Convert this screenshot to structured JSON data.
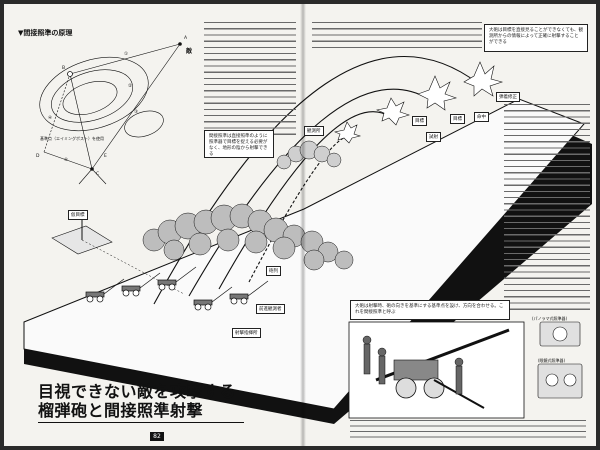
{
  "section_title": "▼間接照準の原理",
  "diagram": {
    "target_label": "敵",
    "point_labels": [
      "A",
      "B",
      "C",
      "D",
      "E"
    ],
    "step_numbers": [
      "①",
      "②",
      "③",
      "④",
      "⑤"
    ],
    "baseline_label": "基準点（エイミングポスト）を使用"
  },
  "labels": {
    "target_top": "目標",
    "observation_post": "観測所",
    "fake_target": "仮目標",
    "forward_observer": "前進観測者",
    "fire_direction": "射撃指揮所",
    "battery": "砲列"
  },
  "right_tags": [
    "弾着修正",
    "目標",
    "命中",
    "試射"
  ],
  "callouts": {
    "left_box": "間接照準は直接照準のように照準器で目標を捉える必要がなく、地形の陰から射撃できる",
    "right_top": "大砲は目標を直接見ることができなくても、観測所からの情報によって正確に射撃することができる",
    "right_lower": "大砲は射撃時、砲の向きを基準にする基準点を設け、方向を合わせる。これを間接照準と呼ぶ"
  },
  "mini_figures": {
    "panoramic_sight": "(パノラマ式照準器)",
    "periscope": "(眼鏡式照準器)"
  },
  "headline": {
    "line1": "目視できない敵を攻撃する",
    "line2": "榴弾砲と間接照準射撃"
  },
  "page_number": "82"
}
